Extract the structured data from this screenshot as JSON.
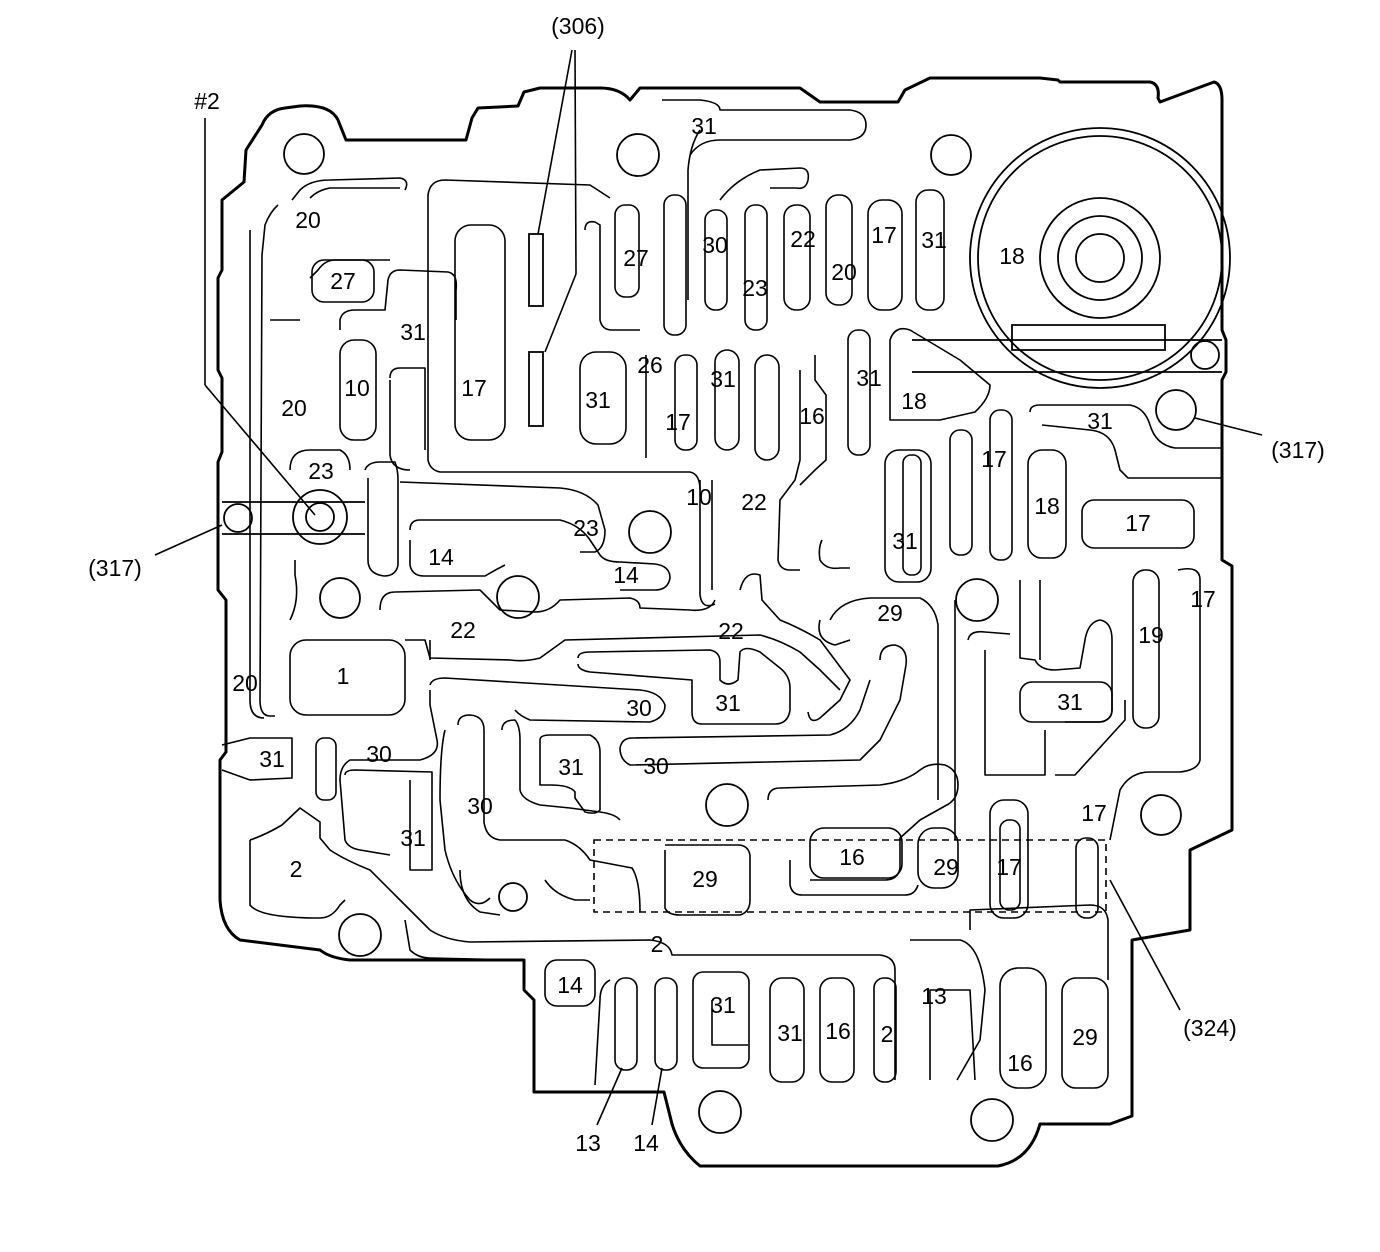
{
  "diagram": {
    "callouts": {
      "c306": "(306)",
      "c2": "#2",
      "c317_left": "(317)",
      "c317_right": "(317)",
      "c324": "(324)",
      "c13": "13",
      "c14": "14"
    },
    "passages": [
      "31",
      "20",
      "27",
      "31",
      "10",
      "17",
      "27",
      "30",
      "23",
      "22",
      "20",
      "17",
      "31",
      "18",
      "26",
      "31",
      "17",
      "31",
      "16",
      "31",
      "18",
      "31",
      "20",
      "23",
      "23",
      "10",
      "22",
      "17",
      "18",
      "17",
      "31",
      "14",
      "14",
      "22",
      "22",
      "29",
      "19",
      "17",
      "1",
      "20",
      "31",
      "31",
      "30",
      "30",
      "31",
      "30",
      "31",
      "31",
      "30",
      "17",
      "2",
      "29",
      "16",
      "29",
      "17",
      "2",
      "14",
      "31",
      "31",
      "16",
      "2",
      "13",
      "16",
      "29"
    ]
  }
}
